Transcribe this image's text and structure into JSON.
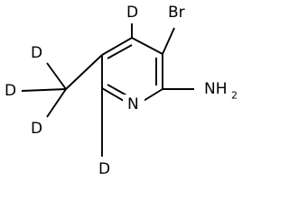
{
  "molecule": {
    "atom_labels": {
      "br": "Br",
      "n_ring": "N",
      "nh2_n": "NH",
      "nh2_sub": "2",
      "d_c4": "D",
      "d_c6": "D",
      "d_methyl_top": "D",
      "d_methyl_left": "D",
      "d_methyl_bottom": "D"
    }
  }
}
